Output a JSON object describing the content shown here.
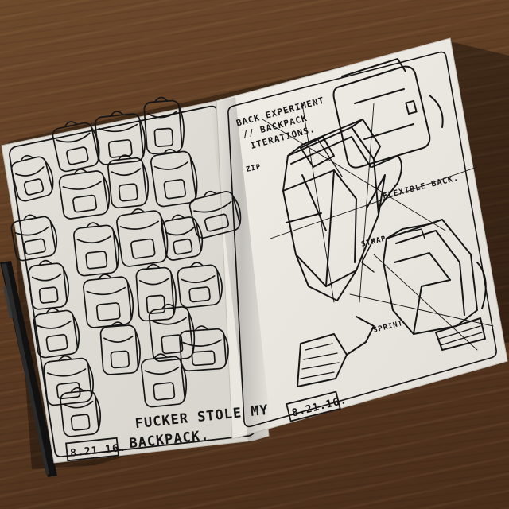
{
  "left_page": {
    "caption_line1": "FUCKER STOLE MY",
    "caption_line2": "BACKPACK.",
    "date": "8.21.16."
  },
  "right_page": {
    "title_line1": "BACK EXPERIMENT",
    "title_line2": "// BACKPACK",
    "title_line3": "ITERATIONS.",
    "notes": [
      "ZIP",
      "FLEXIBLE BACK.",
      "STRAP",
      "SPRINT"
    ],
    "date": "8.21.16."
  },
  "colors": {
    "ink": "#151515",
    "paper": "#ece9e2",
    "pen": "#111111",
    "table": "#5c3b22"
  }
}
